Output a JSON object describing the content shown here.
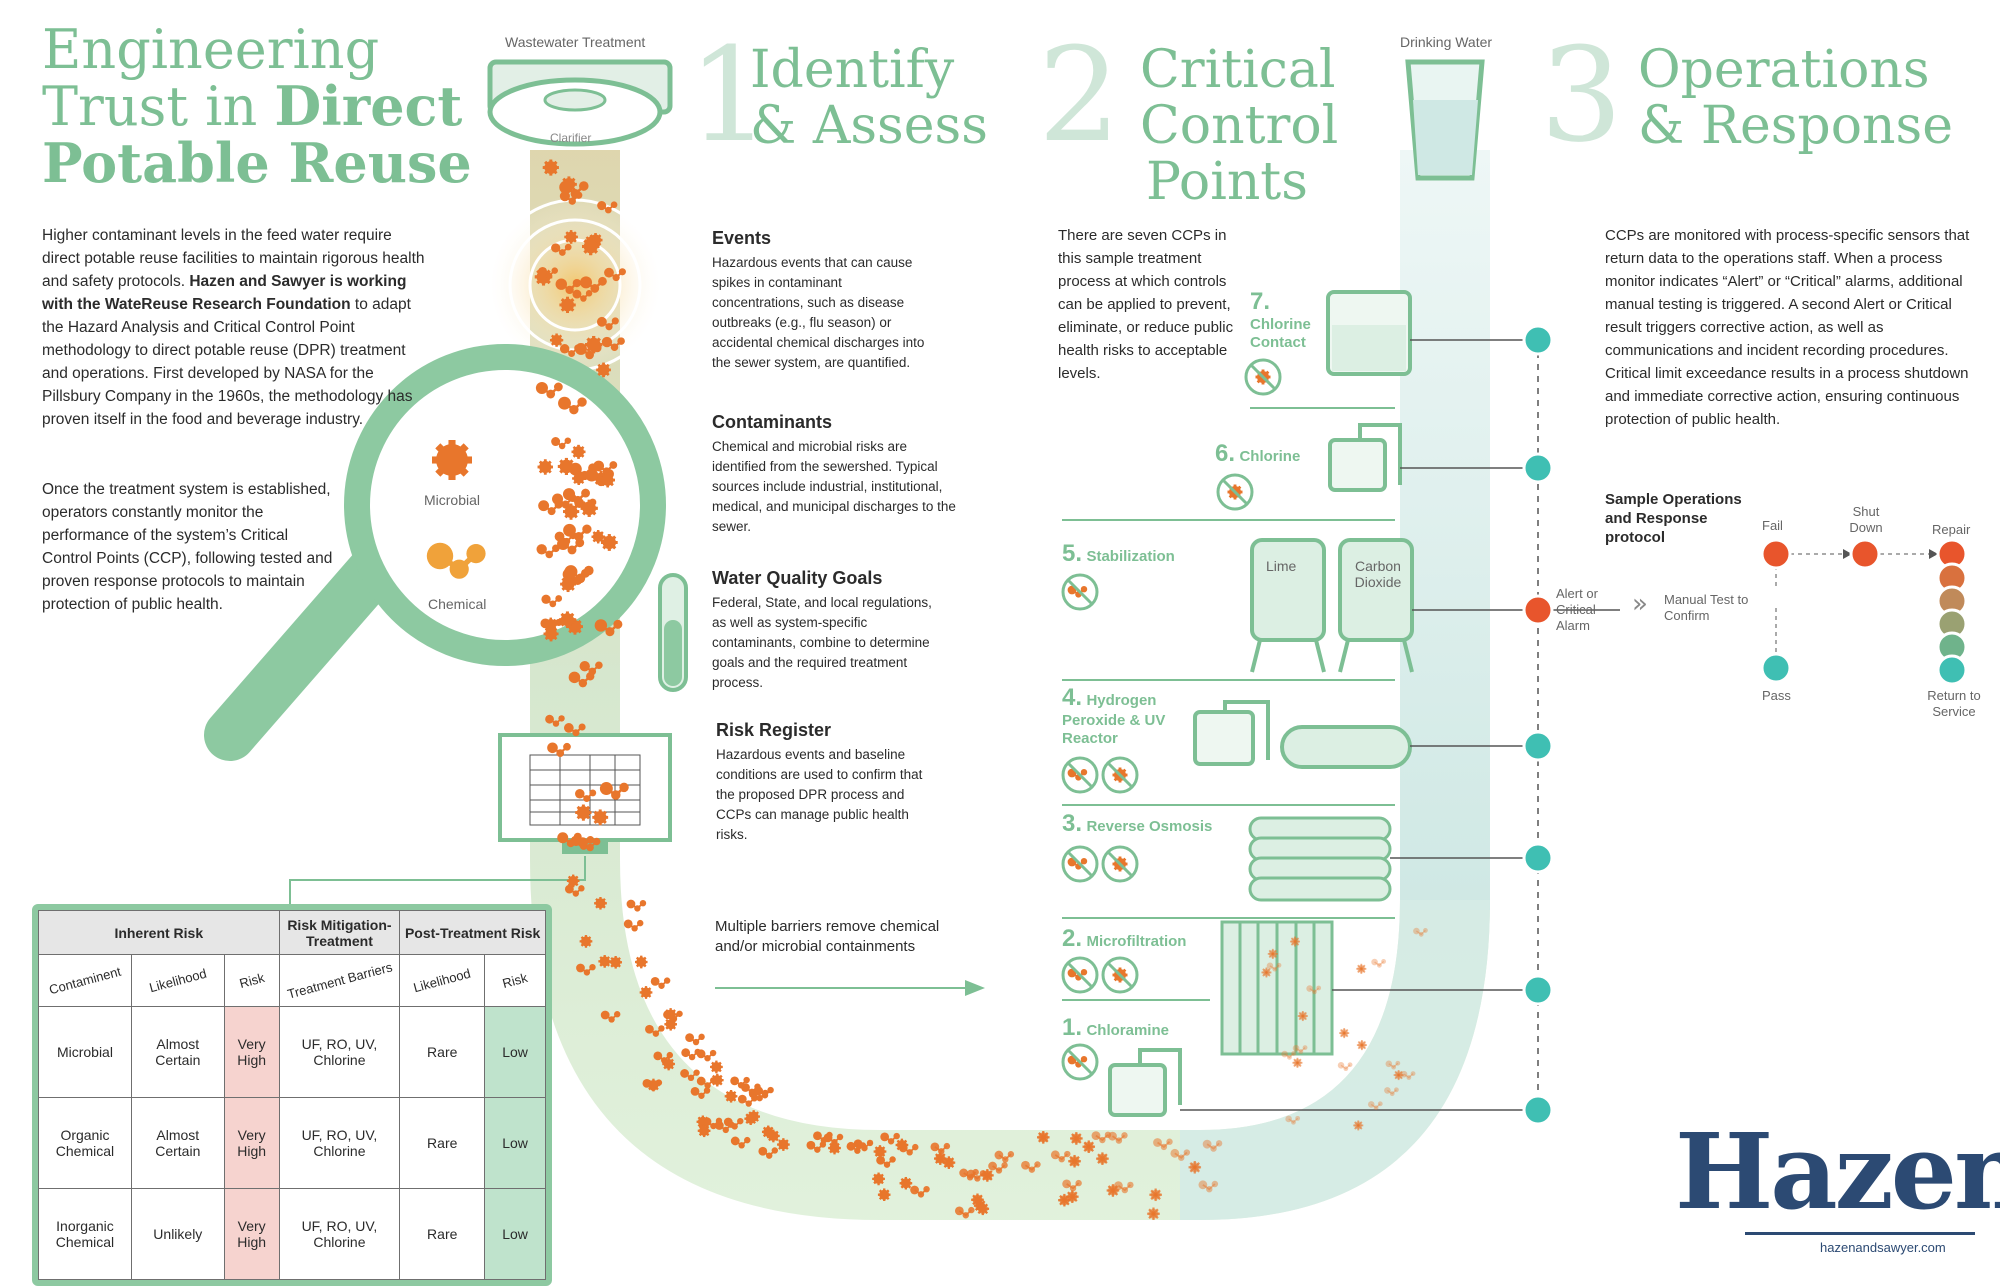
{
  "title": {
    "line1": "Engineering",
    "line2a": "Trust in ",
    "line2b": "Direct",
    "line3": "Potable Reuse"
  },
  "intro": {
    "p1_a": "Higher contaminant levels in the feed water require direct potable reuse facilities to maintain rigorous health and safety protocols. ",
    "p1_b": "Hazen and Sawyer is working with the WateReuse Research Foundation",
    "p1_c": " to adapt the Hazard Analysis and Critical Control Point methodology to direct potable reuse (DPR) treatment and operations. First developed by NASA for the Pillsbury Company in the 1960s, the methodology has proven itself in the food and beverage industry.",
    "p2": "Once the treatment system is established, operators constantly monitor the performance of the system’s Critical Control Points (CCP), following tested and proven response protocols to maintain protection of public health."
  },
  "labels": {
    "wastewater": "Wastewater Treatment",
    "clarifier": "Clarifier",
    "drinking": "Drinking Water",
    "microbial": "Microbial",
    "chemical": "Chemical"
  },
  "sections": [
    {
      "num": "1",
      "line1": "Identify",
      "line2": "& Assess",
      "line3": ""
    },
    {
      "num": "2",
      "line1": "Critical",
      "line2": "Control",
      "line3": "Points"
    },
    {
      "num": "3",
      "line1": "Operations",
      "line2": "& Response",
      "line3": ""
    }
  ],
  "identify": {
    "events_h": "Events",
    "events": "Hazardous events that can cause spikes in contaminant concentrations, such as disease outbreaks (e.g., flu season) or accidental chemical discharges into the sewer system, are quantified.",
    "contam_h": "Contaminants",
    "contam": "Chemical and microbial risks are identified from the sewershed. Typical sources include industrial, institutional, medical, and municipal discharges to the sewer.",
    "wq_h": "Water Quality Goals",
    "wq": "Federal, State, and local regulations, as well as system-specific contaminants, combine to determine goals and the required treatment process.",
    "rr_h": "Risk Register",
    "rr": "Hazardous events and baseline conditions are used to confirm that the proposed DPR process and CCPs can manage public health risks.",
    "barriers": "Multiple barriers remove chemical and/or microbial containments"
  },
  "ccp": {
    "intro": "There are seven CCPs in this sample treatment process at which controls can be applied to prevent, eliminate, or reduce public health risks to acceptable levels.",
    "items": [
      {
        "num": "7.",
        "name": "Chlorine Contact"
      },
      {
        "num": "6.",
        "name": "Chlorine"
      },
      {
        "num": "5.",
        "name": "Stabilization"
      },
      {
        "num": "4.",
        "name": "Hydrogen Peroxide & UV Reactor"
      },
      {
        "num": "3.",
        "name": "Reverse Osmosis"
      },
      {
        "num": "2.",
        "name": "Microfiltration"
      },
      {
        "num": "1.",
        "name": "Chloramine"
      }
    ],
    "tank_lime": "Lime",
    "tank_co2": "Carbon Dioxide"
  },
  "ops": {
    "text": "CCPs are monitored with process-specific sensors that return data to the operations staff. When a process monitor indicates “Alert” or “Critical” alarms, additional manual testing is triggered. A second Alert or Critical result triggers corrective action, as well as communications and incident recording procedures. Critical limit exceedance results in a process shutdown and immediate corrective action, ensuring continuous protection of public health.",
    "sample_h": "Sample Operations and Response protocol",
    "alert": "Alert or Critical Alarm",
    "manual": "Manual Test to Confirm",
    "fail": "Fail",
    "shut": "Shut Down",
    "repair": "Repair",
    "pass": "Pass",
    "return": "Return to Service"
  },
  "table": {
    "g1": "Inherent Risk",
    "g2": "Risk Mitigation-Treatment",
    "g3": "Post-Treatment Risk",
    "cols": [
      "Contaminent",
      "Likelihood",
      "Risk",
      "Treatment Barriers",
      "Likelihood",
      "Risk"
    ],
    "rows": [
      [
        "Microbial",
        "Almost Certain",
        "Very High",
        "UF, RO, UV, Chlorine",
        "Rare",
        "Low"
      ],
      [
        "Organic Chemical",
        "Almost Certain",
        "Very High",
        "UF, RO, UV, Chlorine",
        "Rare",
        "Low"
      ],
      [
        "Inorganic Chemical",
        "Unlikely",
        "Very High",
        "UF, RO, UV, Chlorine",
        "Rare",
        "Low"
      ]
    ]
  },
  "brand": {
    "logo": "Hazen",
    "url": "hazenandsawyer.com"
  },
  "colors": {
    "green": "#7dbf94",
    "teal": "#3fbfb3",
    "orange": "#e8762c",
    "red": "#e8552c",
    "navy": "#2c4a73"
  }
}
